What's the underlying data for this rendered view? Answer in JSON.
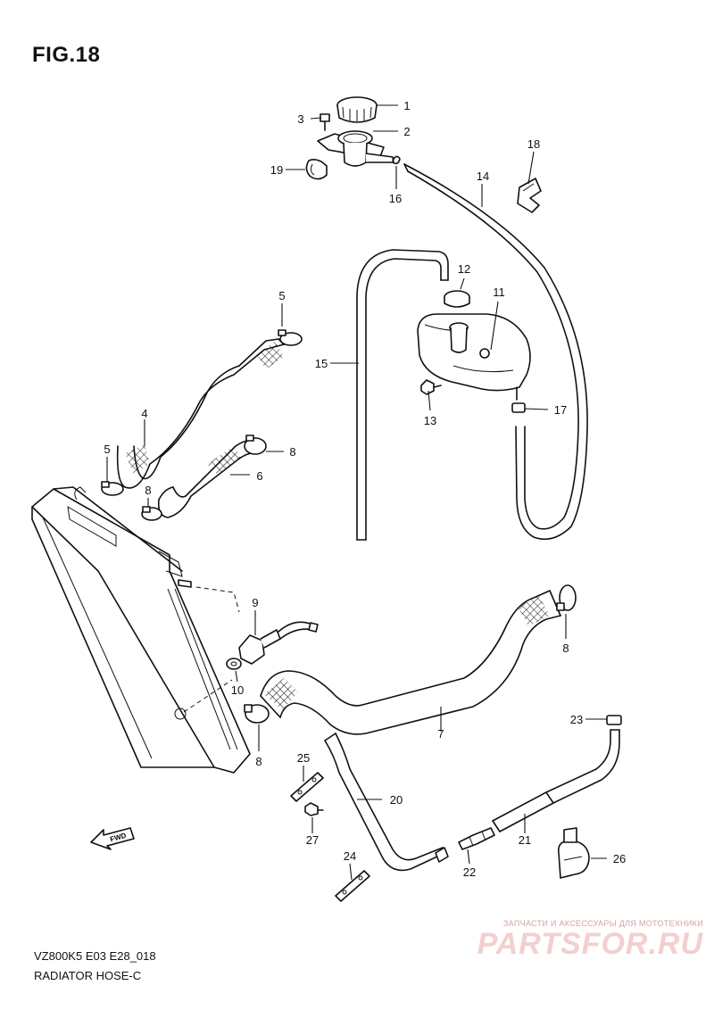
{
  "figure_title": "FIG.18",
  "model_code": "VZ800K5 E03 E28_018",
  "diagram_title": "RADIATOR HOSE-C",
  "watermark": {
    "caption": "ЗАПЧАСТИ И АКСЕССУАРЫ ДЛЯ МОТОТЕХНИКИ",
    "brand": "PARTSFOR.RU",
    "color": "#f3cfcf"
  },
  "direction_badge": "FWD",
  "callouts": [
    "1",
    "2",
    "3",
    "19",
    "16",
    "18",
    "14",
    "12",
    "11",
    "15",
    "13",
    "17",
    "5",
    "4",
    "5",
    "8",
    "8",
    "6",
    "9",
    "10",
    "7",
    "8",
    "8",
    "23",
    "25",
    "20",
    "27",
    "21",
    "26",
    "24",
    "22"
  ]
}
